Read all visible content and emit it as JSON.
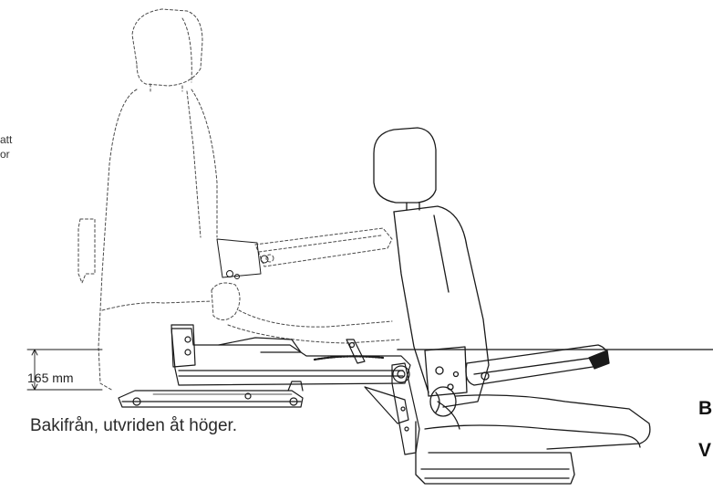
{
  "side_note": {
    "line1": "att",
    "line2": "or"
  },
  "dimension": {
    "label": "165 mm"
  },
  "caption": {
    "text": "Bakifrån, utvriden åt höger."
  },
  "edge_letters": [
    "B",
    "V"
  ],
  "colors": {
    "line": "#1a1a1a",
    "ghost": "#4a4a4a",
    "rail": "#3a3a3a",
    "background": "#ffffff"
  }
}
